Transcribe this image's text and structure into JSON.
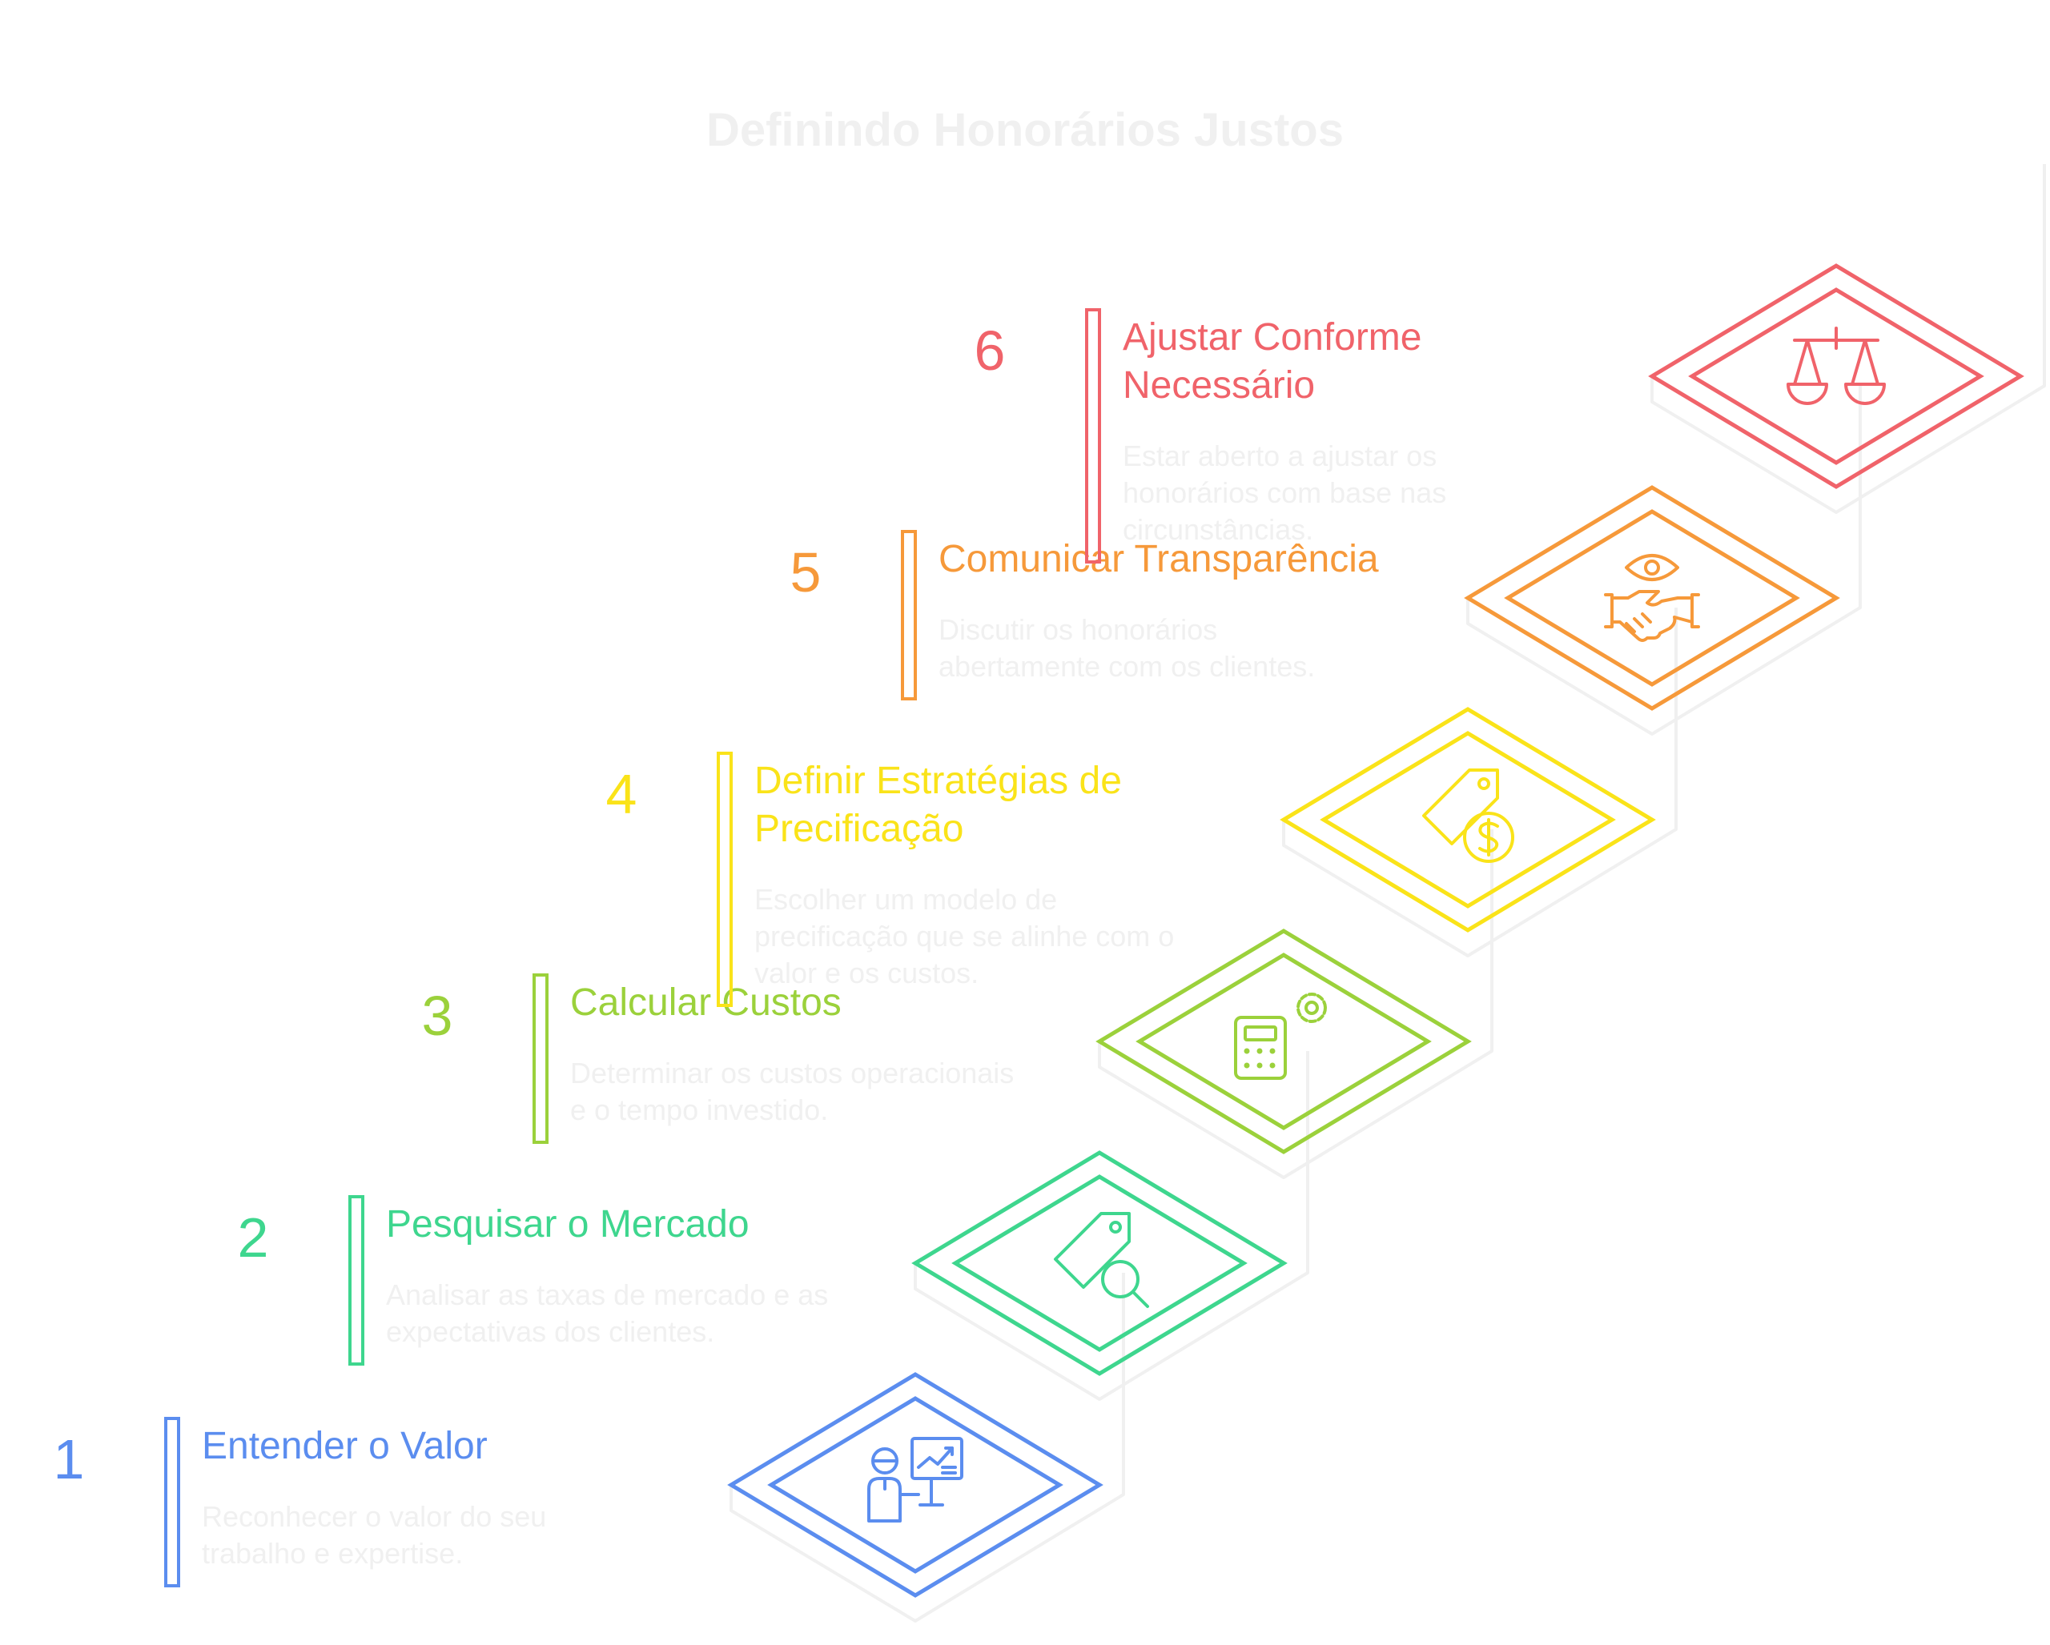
{
  "title": "Definindo Honorários Justos",
  "colors": {
    "title": "#f0f0f0",
    "description": "#f0f0f0",
    "stair_shadow": "#f0f0f0"
  },
  "steps": [
    {
      "number": "1",
      "heading_lines": [
        "Entender o Valor"
      ],
      "description_lines": [
        "Reconhecer o valor do seu",
        "trabalho e expertise."
      ],
      "color": "#5b8def",
      "icon": "presentation-icon"
    },
    {
      "number": "2",
      "heading_lines": [
        "Pesquisar o Mercado"
      ],
      "description_lines": [
        "Analisar as taxas de mercado e as",
        "expectativas dos clientes."
      ],
      "color": "#3ed68e",
      "icon": "price-tag-search-icon"
    },
    {
      "number": "3",
      "heading_lines": [
        "Calcular Custos"
      ],
      "description_lines": [
        "Determinar os custos operacionais",
        "e o tempo investido."
      ],
      "color": "#9bd13b",
      "icon": "calculator-gear-icon"
    },
    {
      "number": "4",
      "heading_lines": [
        "Definir Estratégias de",
        "Precificação"
      ],
      "description_lines": [
        "Escolher um modelo de",
        "precificação que se alinhe com o",
        "valor e os custos."
      ],
      "color": "#fae319",
      "icon": "price-tag-dollar-icon"
    },
    {
      "number": "5",
      "heading_lines": [
        "Comunicar Transparência"
      ],
      "description_lines": [
        "Discutir os honorários",
        "abertamente com os clientes."
      ],
      "color": "#f6993a",
      "icon": "eye-handshake-icon"
    },
    {
      "number": "6",
      "heading_lines": [
        "Ajustar Conforme",
        "Necessário"
      ],
      "description_lines": [
        "Estar aberto a ajustar os",
        "honorários com base nas",
        "circunstâncias."
      ],
      "color": "#f0636a",
      "icon": "balance-scale-icon"
    }
  ]
}
